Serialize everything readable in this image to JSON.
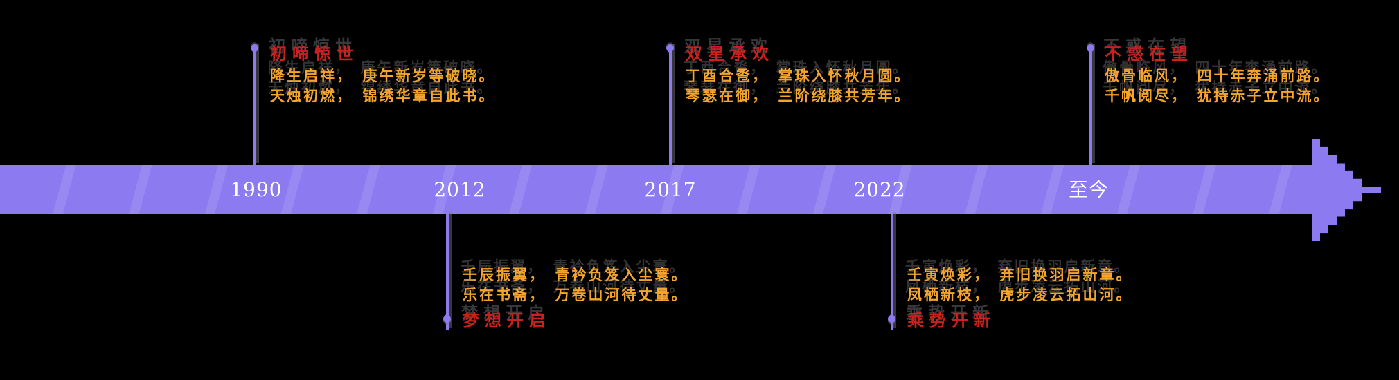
{
  "colors": {
    "bg": "#000000",
    "accent": "#8b7af0",
    "title-red": "#c9211e",
    "body-orange": "#f3a52e",
    "year-text": "#ffffff",
    "shadow-gray": "#7d7d85"
  },
  "timeline": {
    "events": [
      {
        "year": "1990",
        "title": "初啼惊世",
        "line1": "降生启祥，　庚午新岁等破晓。",
        "line2": "天烛初燃，　锦绣华章自此书。"
      },
      {
        "year": "2012",
        "title": "梦想开启",
        "line1": "壬辰振翼，　青衿负笈入尘寰。",
        "line2": "乐在书斋，　万卷山河待丈量。"
      },
      {
        "year": "2017",
        "title": "双星承欢",
        "line1": "丁酉合卺，　掌珠入怀秋月圆。",
        "line2": "琴瑟在御，　兰阶绕膝共芳年。"
      },
      {
        "year": "2022",
        "title": "乘势开新",
        "line1": "壬寅焕彩，　弃旧换羽启新章。",
        "line2": "凤栖新枝，　虎步凌云拓山河。"
      },
      {
        "year": "至今",
        "title": "不惑在望",
        "line1": "傲骨临风，　四十年奔涌前路。",
        "line2": "千帆阅尽，　犹持赤子立中流。"
      }
    ]
  }
}
